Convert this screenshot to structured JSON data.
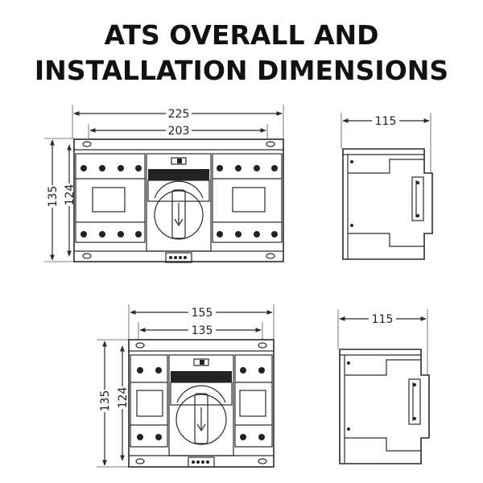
{
  "title": {
    "line1": "ATS OVERALL AND",
    "line2": "INSTALLATION DIMENSIONS"
  },
  "top_front": {
    "overall_width": "225",
    "mount_width": "203",
    "overall_height": "135",
    "mount_height": "124"
  },
  "top_side": {
    "depth": "115"
  },
  "bottom_front": {
    "overall_width": "155",
    "mount_width": "135",
    "overall_height": "135",
    "mount_height": "124"
  },
  "bottom_side": {
    "depth": "115"
  }
}
